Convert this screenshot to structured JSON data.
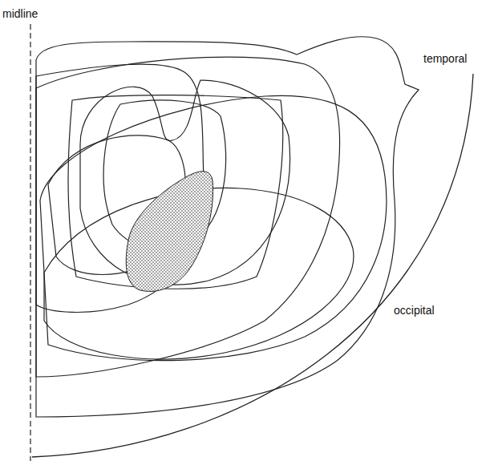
{
  "diagram": {
    "labels": [
      "midline",
      "temporal",
      "occipital"
    ]
  }
}
